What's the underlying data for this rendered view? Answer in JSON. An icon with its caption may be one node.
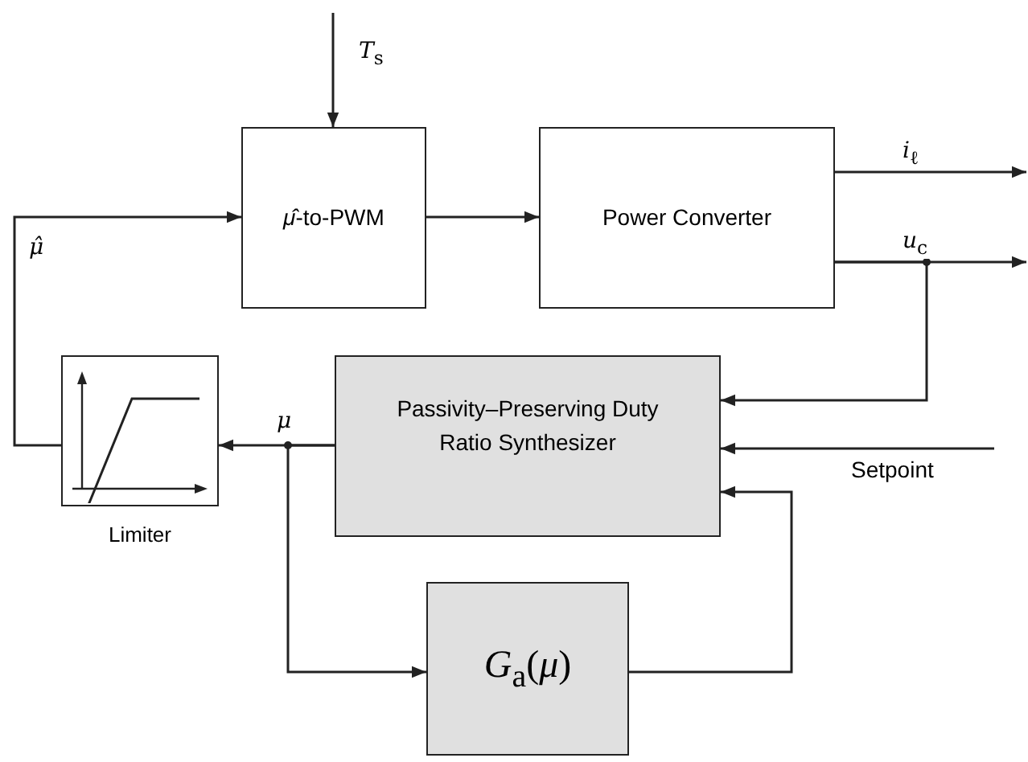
{
  "diagram": {
    "nodes": [
      {
        "text": [
          "*μ̂*-to-PWM"
        ]
      },
      {
        "text": [
          "Power Converter"
        ]
      },
      {
        "text": [],
        "shape": "picture",
        "beside": [
          "Limiter"
        ]
      },
      {
        "text": [
          "Passivity–Preserving Duty Ratio Synthesizer"
        ]
      },
      {
        "text": [
          "*G*$_{a}$(*μ*)"
        ]
      }
    ],
    "edges": [
      {
        "from": null,
        "to": 0,
        "arrow": "to",
        "label": "*T*$_{s}$"
      },
      {
        "from": 0,
        "to": 1,
        "arrow": "to"
      },
      {
        "from": 1,
        "to": null,
        "arrow": "to",
        "label": "*i*$_{ℓ}$"
      },
      {
        "from": 1,
        "to": null,
        "arrow": "to",
        "label": "*u*$_{c}$"
      },
      {
        "from": 1,
        "to": 3,
        "arrow": "to"
      },
      {
        "from": null,
        "to": 3,
        "arrow": "to",
        "label": "Setpoint"
      },
      {
        "from": 3,
        "to": 2,
        "arrow": "to",
        "label": "*μ*"
      },
      {
        "from": 3,
        "to": 4,
        "arrow": "to"
      },
      {
        "from": 4,
        "to": 3,
        "arrow": "to"
      },
      {
        "from": 2,
        "to": 0,
        "arrow": "to",
        "label": "*μ̂*"
      }
    ]
  }
}
